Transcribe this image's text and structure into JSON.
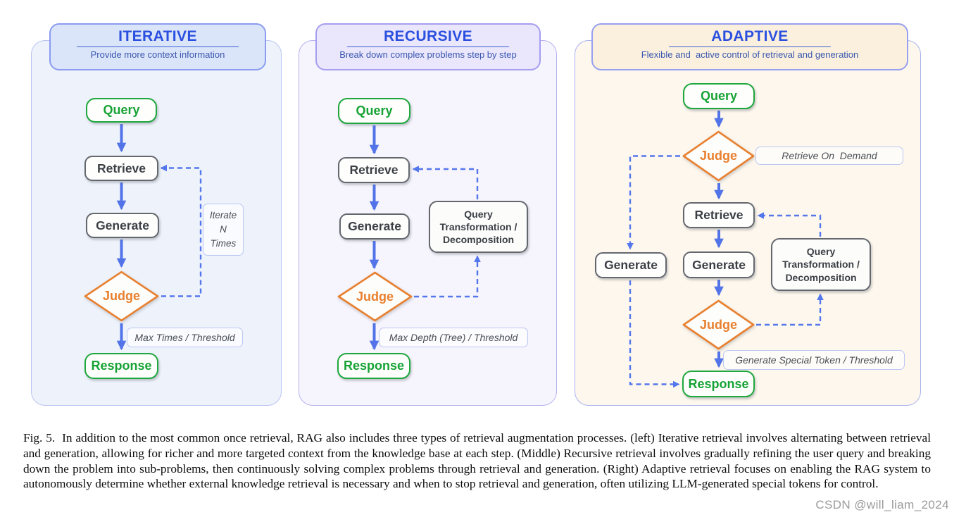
{
  "colors": {
    "title_blue": "#2b50e0",
    "subtitle_blue": "#3a57b0",
    "arrow_blue": "#5274e8",
    "dashed_blue": "#5577ec",
    "node_green": "#1ea83d",
    "node_gray_border": "#64686e",
    "node_text_dark": "#3b3f45",
    "judge_orange": "#e8802f",
    "iterative_header_bg": "#dbe5f9",
    "iterative_panel_bg": "#eef3fb",
    "recursive_header_bg": "#eae6fb",
    "recursive_panel_bg": "#f6f4fc",
    "adaptive_header_bg": "#faf0dd",
    "adaptive_panel_bg": "#fdf7ed"
  },
  "iterative": {
    "title": "ITERATIVE",
    "subtitle": "Provide more context information",
    "query": "Query",
    "retrieve": "Retrieve",
    "generate": "Generate",
    "judge": "Judge",
    "response": "Response",
    "loop_label_line1": "Iterate",
    "loop_label_line2": "N",
    "loop_label_line3": "Times",
    "exit_label": "Max Times / Threshold"
  },
  "recursive": {
    "title": "RECURSIVE",
    "subtitle": "Break down complex problems step by step",
    "query": "Query",
    "retrieve": "Retrieve",
    "generate": "Generate",
    "judge": "Judge",
    "response": "Response",
    "transform_line1": "Query",
    "transform_line2": "Transformation /",
    "transform_line3": "Decomposition",
    "exit_label": "Max Depth (Tree) / Threshold"
  },
  "adaptive": {
    "title": "ADAPTIVE",
    "subtitle": "Flexible and  active control of retrieval and generation",
    "query": "Query",
    "judge_top": "Judge",
    "judge_top_note": "Retrieve On  Demand",
    "retrieve": "Retrieve",
    "generate_left": "Generate",
    "generate": "Generate",
    "judge_bottom": "Judge",
    "transform_line1": "Query",
    "transform_line2": "Transformation /",
    "transform_line3": "Decomposition",
    "exit_label": "Generate Special Token / Threshold",
    "response": "Response"
  },
  "caption": "Fig. 5.  In addition to the most common once retrieval, RAG also includes three types of retrieval augmentation processes. (left) Iterative retrieval involves alternating between retrieval and generation, allowing for richer and more targeted context from the knowledge base at each step. (Middle) Recursive retrieval involves gradually refining the user query and breaking down the problem into sub-problems, then continuously solving complex problems through retrieval and generation. (Right) Adaptive retrieval focuses on enabling the RAG system to autonomously determine whether external knowledge retrieval is necessary and when to stop retrieval and generation, often utilizing LLM-generated special tokens for control.",
  "watermark": "CSDN @will_liam_2024"
}
